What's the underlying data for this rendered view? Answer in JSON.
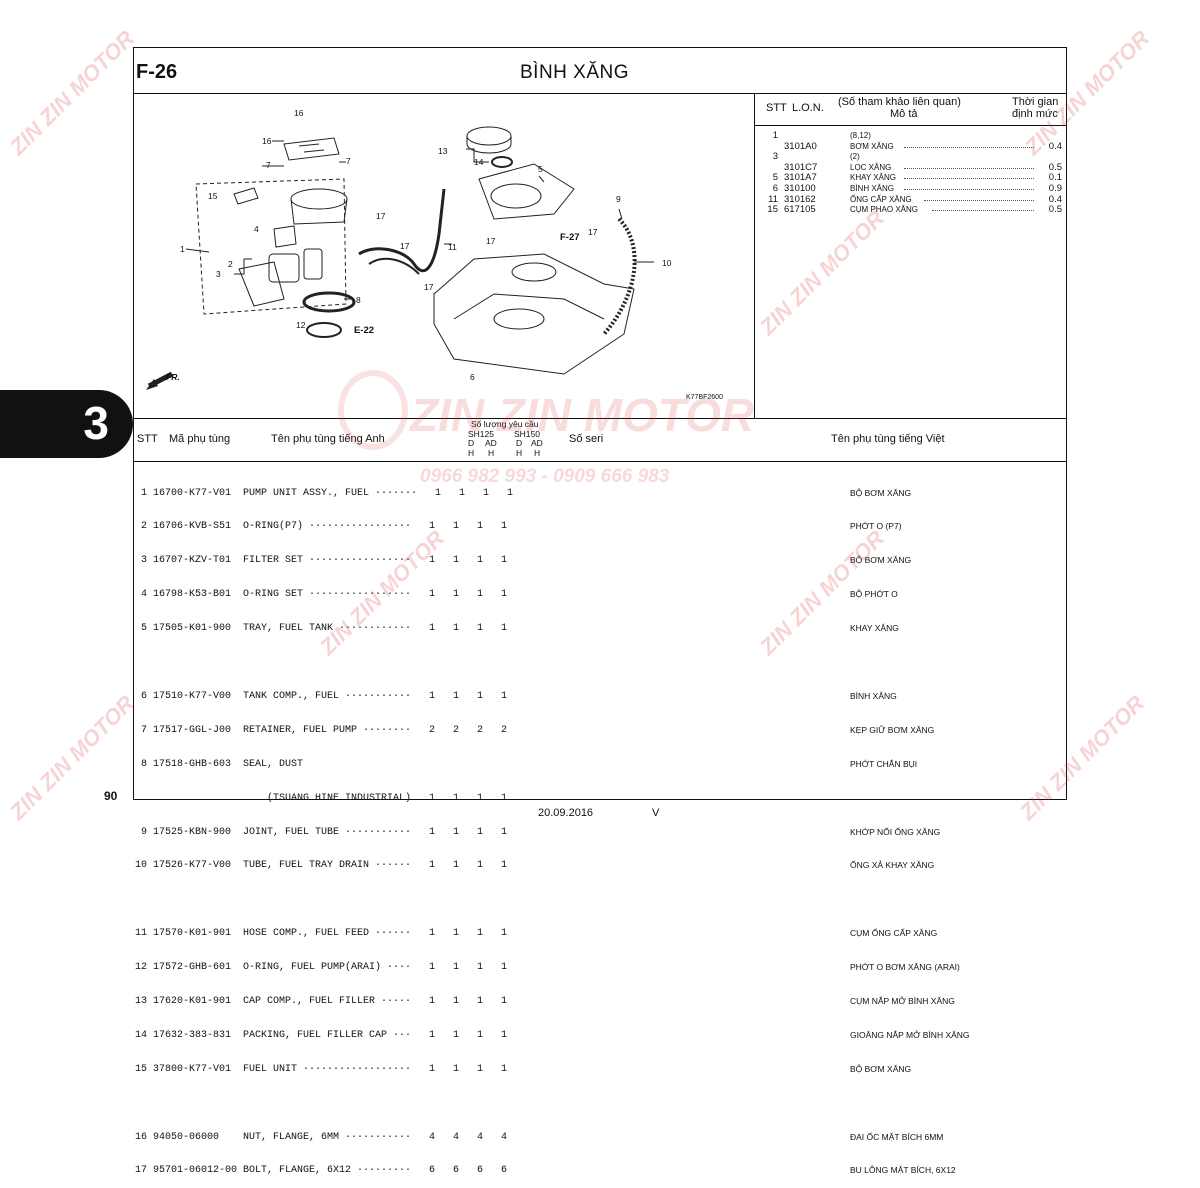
{
  "header": {
    "figure": "F-26",
    "title": "BÌNH XĂNG",
    "tab": "3"
  },
  "diagram": {
    "callouts": [
      "1",
      "2",
      "3",
      "4",
      "5",
      "6",
      "7",
      "7",
      "8",
      "9",
      "10",
      "11",
      "12",
      "13",
      "14",
      "15",
      "16",
      "16",
      "17",
      "17",
      "17",
      "17",
      "17"
    ],
    "refs": [
      "F-27",
      "E-22"
    ],
    "direction": "FR.",
    "code": "K77BF2600"
  },
  "lon_table": {
    "headers": {
      "stt": "STT",
      "lon": "L.O.N.",
      "ref": "(Số tham khảo liên quan)",
      "desc": "Mô tả",
      "time1": "Thời gian",
      "time2": "định mức"
    },
    "rows": [
      {
        "stt": "1",
        "lon": "",
        "desc": "(8,12)",
        "time": ""
      },
      {
        "stt": "",
        "lon": "3101A0",
        "desc": "BƠM XĂNG",
        "time": "0.4"
      },
      {
        "stt": "3",
        "lon": "",
        "desc": "(2)",
        "time": ""
      },
      {
        "stt": "",
        "lon": "3101C7",
        "desc": "LỌC XĂNG",
        "time": "0.5"
      },
      {
        "stt": "5",
        "lon": "3101A7",
        "desc": "KHAY XĂNG",
        "time": "0.1"
      },
      {
        "stt": "6",
        "lon": "310100",
        "desc": "BÌNH XĂNG",
        "time": "0.9"
      },
      {
        "stt": "11",
        "lon": "310162",
        "desc": "ỐNG CẤP XĂNG",
        "time": "0.4"
      },
      {
        "stt": "15",
        "lon": "617105",
        "desc": "CỤM PHAO XĂNG",
        "time": "0.5"
      }
    ]
  },
  "parts_header": {
    "stt": "STT",
    "part_no": "Mã phụ tùng",
    "name_en": "Tên phụ tùng tiếng Anh",
    "qty_title": "Số lượng yêu cầu",
    "sh125": "SH125",
    "sh150": "SH150",
    "d1": "D",
    "ad1": "AD",
    "d2": "D",
    "ad2": "AD",
    "h1": "H",
    "h2": "H",
    "h3": "H",
    "h4": "H",
    "serial": "Số seri",
    "name_vi": "Tên phụ tùng tiếng Việt"
  },
  "parts": [
    {
      "row": " 1 16700-K77-V01  PUMP UNIT ASSY., FUEL ·······   1   1   1   1",
      "vi": "BỘ BƠM XĂNG"
    },
    {
      "row": " 2 16706-KVB-S51  O-RING(P7) ·················   1   1   1   1",
      "vi": "PHỚT O (P7)"
    },
    {
      "row": " 3 16707-KZV-T01  FILTER SET ·················   1   1   1   1",
      "vi": "BỘ BƠM XĂNG"
    },
    {
      "row": " 4 16798-K53-B01  O-RING SET ·················   1   1   1   1",
      "vi": "BỘ PHỚT O"
    },
    {
      "row": " 5 17505-K01-900  TRAY, FUEL TANK ············   1   1   1   1",
      "vi": "KHAY XĂNG"
    },
    {
      "row": "",
      "vi": ""
    },
    {
      "row": " 6 17510-K77-V00  TANK COMP., FUEL ···········   1   1   1   1",
      "vi": "BÌNH XĂNG"
    },
    {
      "row": " 7 17517-GGL-J00  RETAINER, FUEL PUMP ········   2   2   2   2",
      "vi": "KẸP GIỮ BƠM XĂNG"
    },
    {
      "row": " 8 17518-GHB-603  SEAL, DUST",
      "vi": "PHỚT CHẮN BỤI"
    },
    {
      "row": "                      (TSUANG HINE INDUSTRIAL)   1   1   1   1",
      "vi": ""
    },
    {
      "row": " 9 17525-KBN-900  JOINT, FUEL TUBE ···········   1   1   1   1",
      "vi": "KHỚP NỐI ỐNG XĂNG"
    },
    {
      "row": "10 17526-K77-V00  TUBE, FUEL TRAY DRAIN ······   1   1   1   1",
      "vi": "ỐNG XẢ KHAY XĂNG"
    },
    {
      "row": "",
      "vi": ""
    },
    {
      "row": "11 17570-K01-901  HOSE COMP., FUEL FEED ······   1   1   1   1",
      "vi": "CỤM ỐNG CẤP XĂNG"
    },
    {
      "row": "12 17572-GHB-601  O-RING, FUEL PUMP(ARAI) ····   1   1   1   1",
      "vi": "PHỚT O BƠM XĂNG (ARAI)"
    },
    {
      "row": "13 17620-K01-901  CAP COMP., FUEL FILLER ·····   1   1   1   1",
      "vi": "CỤM NẮP MỞ BÌNH XĂNG"
    },
    {
      "row": "14 17632-383-831  PACKING, FUEL FILLER CAP ···   1   1   1   1",
      "vi": "GIOĂNG NẮP MỞ BÌNH XĂNG"
    },
    {
      "row": "15 37800-K77-V01  FUEL UNIT ··················   1   1   1   1",
      "vi": "BỘ BƠM XĂNG"
    },
    {
      "row": "",
      "vi": ""
    },
    {
      "row": "16 94050-06000    NUT, FLANGE, 6MM ···········   4   4   4   4",
      "vi": "ĐAI ỐC MẶT BÍCH 6MM"
    },
    {
      "row": "17 95701-06012-00 BOLT, FLANGE, 6X12 ·········   6   6   6   6",
      "vi": "BU LÔNG MẶT BÍCH, 6X12"
    }
  ],
  "footer": {
    "page": "90",
    "date": "20.09.2016",
    "rev": "V"
  },
  "watermark": {
    "brand": "ZIN ZIN MOTOR",
    "phone": "0966 982 993 - 0909 666 983"
  }
}
